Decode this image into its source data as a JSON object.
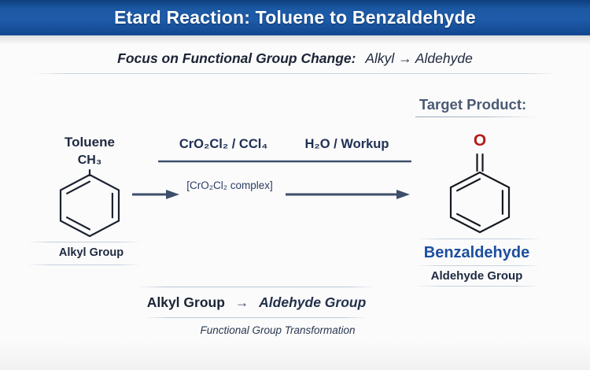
{
  "banner": {
    "title": "Etard Reaction: Toluene to Benzaldehyde"
  },
  "subtitle": {
    "label": "Focus on Functional Group Change:",
    "change": "Alkyl → Aldehyde"
  },
  "target_product": {
    "label": "Target Product:"
  },
  "reactant": {
    "name": "Toluene",
    "substituent": "CH₃",
    "group_label": "Alkyl Group"
  },
  "reaction": {
    "reagents_step1": "CrO₂Cl₂ / CCl₄",
    "reagents_step2": "H₂O / Workup",
    "intermediate": "[CrO₂Cl₂ complex]"
  },
  "product": {
    "name": "Benzaldehyde",
    "group_label": "Aldehyde Group",
    "carbonyl_oxygen": "O"
  },
  "transformation": {
    "from": "Alkyl Group",
    "arrow": "→",
    "to": "Aldehyde Group",
    "caption": "Functional Group Transformation"
  },
  "colors": {
    "banner_blue": "#17509c",
    "product_name_blue": "#1c4f9e",
    "oxygen_red": "#b71c1c",
    "arrow_slate": "#3d4e6b",
    "text_navy": "#1d2940"
  }
}
